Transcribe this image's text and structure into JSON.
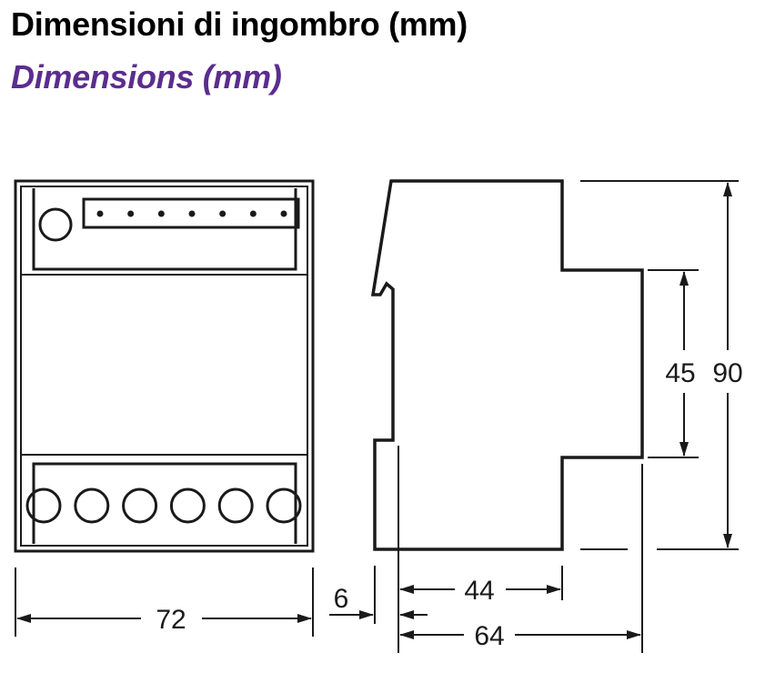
{
  "title": "Dimensioni di ingombro (mm)",
  "subtitle": "Dimensions (mm)",
  "colors": {
    "subtitle": "#5b2d8e",
    "lines": "#1a1a1a",
    "background": "#ffffff"
  },
  "front_view": {
    "top_terminal_count": 7,
    "bottom_terminal_count": 6,
    "indicator": "round-led"
  },
  "dimensions": {
    "width": "72",
    "rail_offset": "6",
    "body_depth": "44",
    "total_depth": "64",
    "center_height": "45",
    "total_height": "90"
  }
}
